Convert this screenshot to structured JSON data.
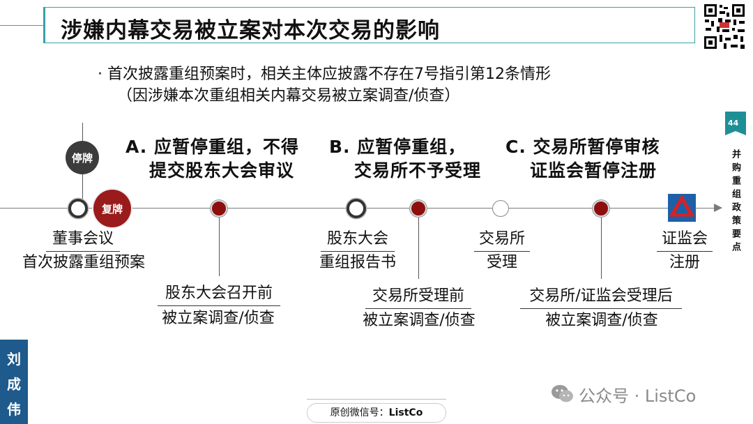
{
  "title": "涉嫌内幕交易被立案对本次交易的影响",
  "bullet": {
    "marker": "·",
    "line1": "首次披露重组预案时，相关主体应披露不存在7号指引第12条情形",
    "line2": "（因涉嫌本次重组相关内幕交易被立案调查/侦查）"
  },
  "side_tab": {
    "page_number": "44",
    "text": "并购重组政策要点"
  },
  "author": "刘成伟",
  "badges": {
    "suspend": "停牌",
    "resume": "复牌"
  },
  "headings": {
    "a_line1": "A. 应暂停重组，不得",
    "a_line2": "提交股东大会审议",
    "b_line1": "B. 应暂停重组，",
    "b_line2": "交易所不予受理",
    "c_line1": "C. 交易所暂停审核",
    "c_line2": "证监会暂停注册"
  },
  "milestones": {
    "board_line1": "董事会议",
    "board_line2": "首次披露重组预案",
    "shareholder_line1": "股东大会",
    "shareholder_line2": "重组报告书",
    "exchange_line1": "交易所",
    "exchange_line2": "受理",
    "csrc_line1": "证监会",
    "csrc_line2": "注册"
  },
  "events": {
    "e1_line1": "股东大会召开前",
    "e1_line2": "被立案调查/侦查",
    "e2_line1": "交易所受理前",
    "e2_line2": "被立案调查/侦查",
    "e3_line1": "交易所/证监会受理后",
    "e3_line2": "被立案调查/侦查"
  },
  "footer": {
    "label": "原创微信号：",
    "account": "ListCo"
  },
  "watermark": "公众号 · ListCo",
  "colors": {
    "accent_teal": "#3aa0a8",
    "node_red": "#8e0e0e",
    "author_blue": "#1e5a8c",
    "tab_teal": "#1f8f96"
  }
}
